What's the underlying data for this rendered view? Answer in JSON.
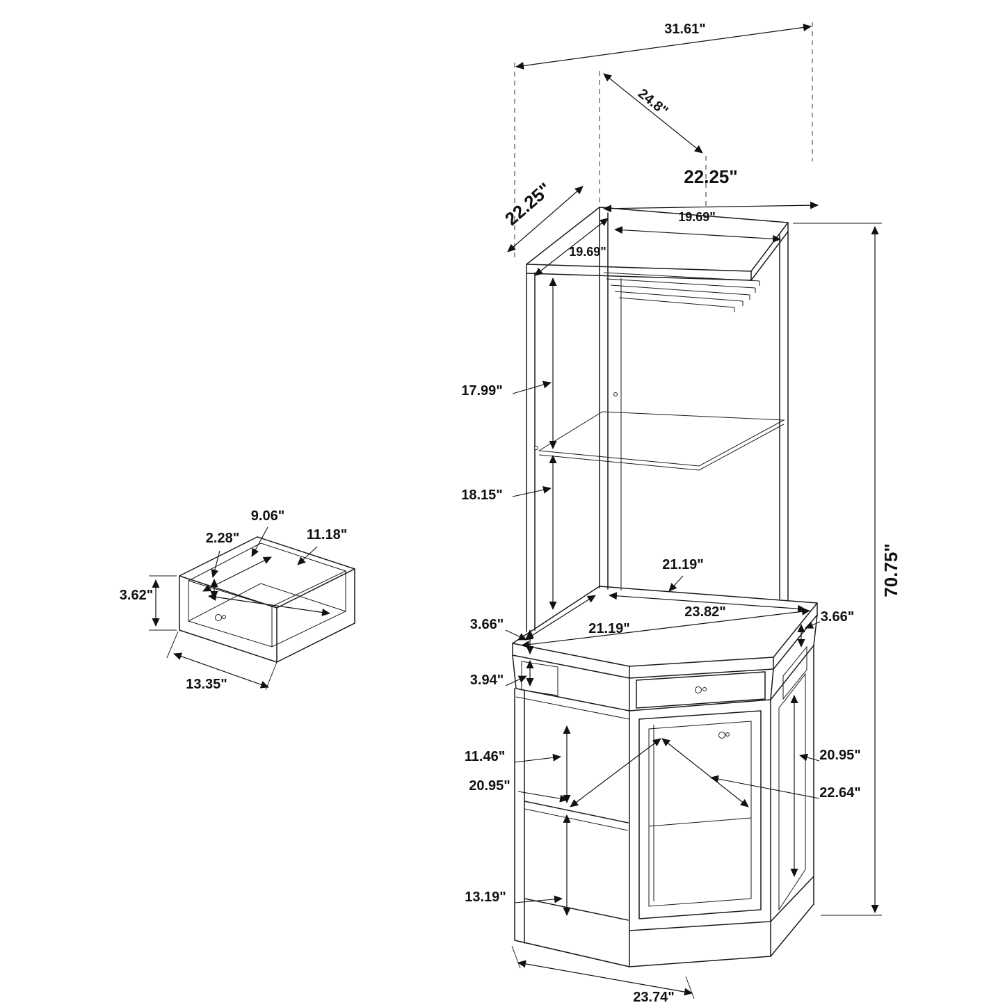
{
  "page": {
    "background": "#ffffff",
    "line_color": "#1a1a1a"
  },
  "main_view": {
    "labels": {
      "overall_width": "31.61\"",
      "top_diagonal": "24.8\"",
      "top_depth": "22.25\"",
      "top_width": "22.25\"",
      "top_edge_left": "19.69\"",
      "top_edge_right": "19.69\"",
      "overall_height": "70.75\"",
      "hutch_upper_height": "17.99\"",
      "hutch_lower_height": "18.15\"",
      "counter_edge_left": "21.19\"",
      "counter_edge_right": "21.19\"",
      "counter_front_width": "23.82\"",
      "apron_height_left": "3.66\"",
      "apron_height_right": "3.66\"",
      "drawer_face_height": "3.94\"",
      "upper_opening_height": "11.46\"",
      "door_height_left": "20.95\"",
      "door_height_right": "20.95\"",
      "door_diagonal": "22.64\"",
      "lower_opening_height": "13.19\"",
      "base_front_width": "23.74\""
    }
  },
  "drawer_view": {
    "labels": {
      "inner_depth": "9.06\"",
      "wall_inset": "2.28\"",
      "inner_width": "11.18\"",
      "front_height": "3.62\"",
      "front_width": "13.35\""
    }
  }
}
